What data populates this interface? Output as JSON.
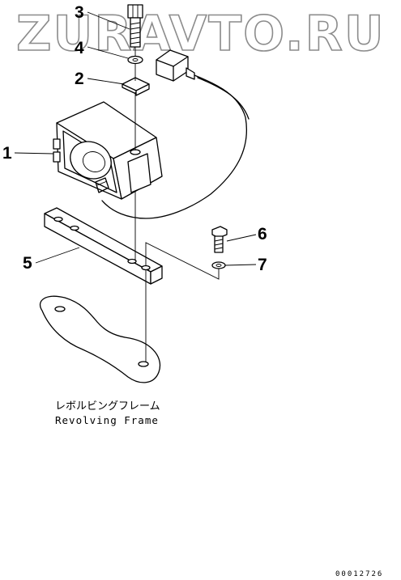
{
  "watermark": "ZURAVTO.RU",
  "callouts": {
    "p1": "1",
    "p2": "2",
    "p3": "3",
    "p4": "4",
    "p5": "5",
    "p6": "6",
    "p7": "7"
  },
  "caption": {
    "japanese": "レボルビングフレーム",
    "english": "Revolving Frame"
  },
  "drawing_code": "00012726"
}
